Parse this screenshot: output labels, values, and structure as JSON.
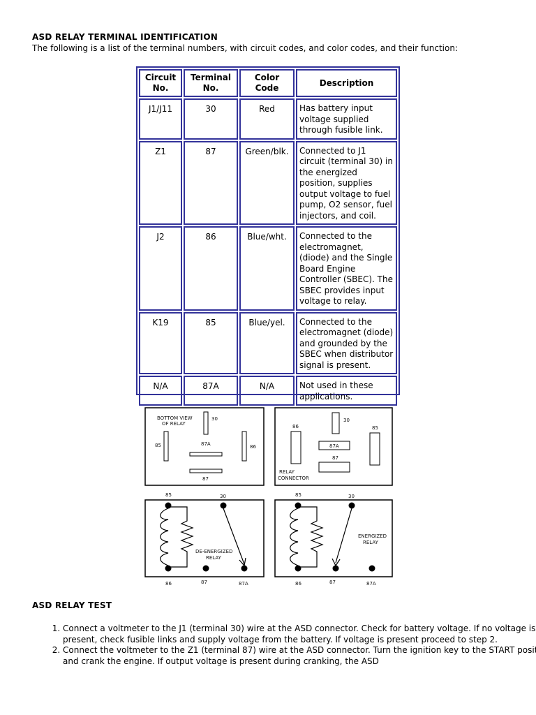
{
  "header": {
    "title": "ASD RELAY TERMINAL IDENTIFICATION",
    "intro": "The following is a list of the terminal numbers, with circuit codes, and color codes, and their function:"
  },
  "table": {
    "headers": {
      "circuit": "Circuit No.",
      "terminal": "Terminal No.",
      "color": "Color Code",
      "description": "Description"
    },
    "rows": [
      {
        "circuit": "J1/J11",
        "terminal": "30",
        "color": "Red",
        "description": "Has battery input voltage supplied through fusible link."
      },
      {
        "circuit": "Z1",
        "terminal": "87",
        "color": "Green/blk.",
        "description": "Connected to J1 circuit (terminal 30) in the energized position, supplies output voltage to fuel pump, O2 sensor, fuel injectors, and coil."
      },
      {
        "circuit": "J2",
        "terminal": "86",
        "color": "Blue/wht.",
        "description": "Connected to the electromagnet, (diode) and the Single Board Engine Controller (SBEC). The SBEC provides input voltage to relay."
      },
      {
        "circuit": "K19",
        "terminal": "85",
        "color": "Blue/yel.",
        "description": "Connected to the electromagnet (diode) and grounded by the SBEC when distributor signal is present."
      },
      {
        "circuit": "N/A",
        "terminal": "87A",
        "color": "N/A",
        "description": "Not used in these applications."
      }
    ]
  },
  "diagrams": {
    "bottom_view_line1": "BOTTOM VIEW",
    "bottom_view_line2": "OF RELAY",
    "relay_connector_line1": "RELAY",
    "relay_connector_line2": "CONNECTOR",
    "de_energized_line1": "DE-ENERGIZED",
    "de_energized_line2": "RELAY",
    "energized_line1": "ENERGIZED",
    "energized_line2": "RELAY",
    "t30": "30",
    "t85": "85",
    "t86": "86",
    "t87": "87",
    "t87a": "87A"
  },
  "test": {
    "title": "ASD RELAY TEST",
    "steps": [
      "Connect a voltmeter to the J1 (terminal 30) wire at the ASD connector. Check for battery voltage. If no voltage is present, check fusible links and supply voltage from the battery. If voltage is present proceed to step 2.",
      "Connect the voltmeter to the Z1 (terminal 87) wire at the ASD connector. Turn the ignition key to the START position and crank the engine. If output voltage is present during cranking, the ASD"
    ]
  }
}
